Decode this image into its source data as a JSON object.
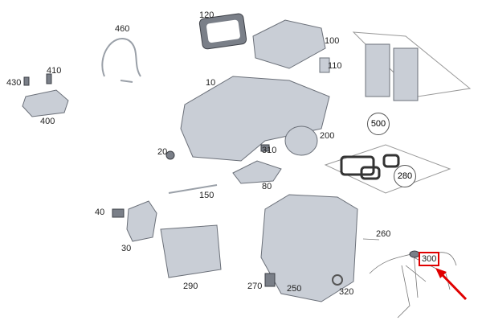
{
  "diagram": {
    "labels": {
      "p120": "120",
      "p460": "460",
      "p100": "100",
      "p410": "410",
      "p430": "430",
      "p110": "110",
      "p400": "400",
      "p10": "10",
      "p500": "500",
      "p200": "200",
      "p20": "20",
      "p310": "310",
      "p280": "280",
      "p80": "80",
      "p150": "150",
      "p40": "40",
      "p260": "260",
      "p300": "300",
      "p30": "30",
      "p290": "290",
      "p270": "270",
      "p250": "250",
      "p320": "320"
    },
    "highlight": {
      "part": "300",
      "color": "#e00000"
    }
  }
}
